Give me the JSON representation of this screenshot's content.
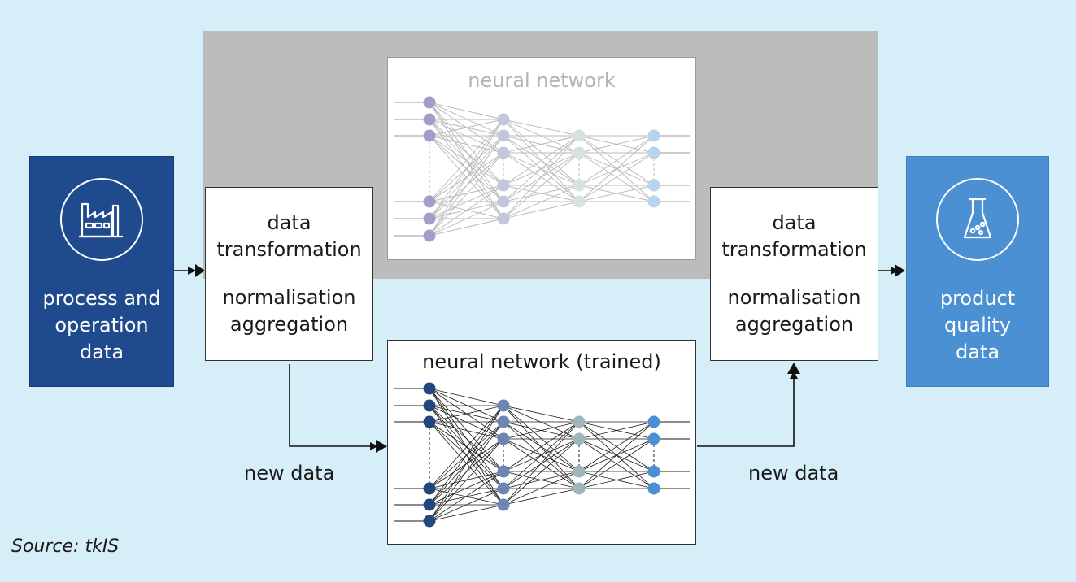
{
  "source_box": {
    "label_lines": [
      "process and",
      "operation",
      "data"
    ],
    "icon": "factory-icon"
  },
  "product_box": {
    "label_lines": [
      "product",
      "quality",
      "data"
    ],
    "icon": "flask-icon"
  },
  "transform_left": {
    "line1": "data",
    "line2": "transformation",
    "line3": "normalisation",
    "line4": "aggregation"
  },
  "transform_right": {
    "line1": "data",
    "line2": "transformation",
    "line3": "normalisation",
    "line4": "aggregation"
  },
  "nn_top": {
    "title": "neural network"
  },
  "nn_bottom": {
    "title": "neural network (trained)"
  },
  "new_data_left": "new data",
  "new_data_right": "new data",
  "source_note": "Source: tkIS",
  "colors": {
    "background": "#d6eef8",
    "gray_band": "#bcbcbc",
    "source_box": "#1f4a8e",
    "product_box": "#4a90d3",
    "top_layers": [
      "#a39dc9",
      "#c3c7de",
      "#d7e1e4",
      "#b9d3ee"
    ],
    "bottom_layers": [
      "#24467f",
      "#6b86b1",
      "#9fb5bd",
      "#4a90d3"
    ]
  }
}
